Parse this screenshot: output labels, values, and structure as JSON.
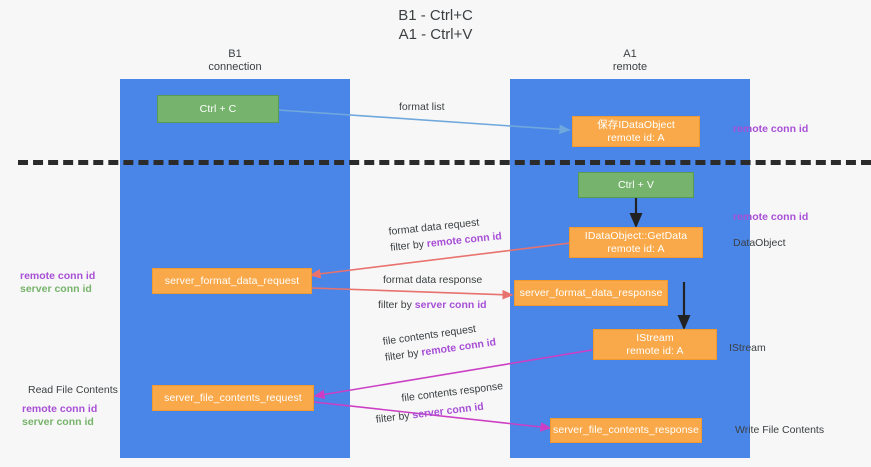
{
  "diagram": {
    "title": "B1 - Ctrl+C\nA1 - Ctrl+V",
    "columns": [
      {
        "key": "b1",
        "header": "B1\nconnection"
      },
      {
        "key": "a1",
        "header": "A1\nremote"
      }
    ],
    "nodes": {
      "ctrl_c": "Ctrl + C",
      "ctrl_v": "Ctrl + V",
      "save_dataobject": "保存IDataObject\nremote id: A",
      "getdata": "IDataObject::GetData\nremote id: A",
      "istream": "IStream\nremote id: A",
      "server_format_data_request": "server_format_data_request",
      "server_format_data_response": "server_format_data_response",
      "server_file_contents_request": "server_file_contents_request",
      "server_file_contents_response": "server_file_contents_response"
    },
    "edge_labels": {
      "format_list": "format list",
      "format_data_request": "format data request",
      "format_data_request_filter_prefix": "filter by ",
      "format_data_request_filter_key": "remote conn id",
      "format_data_response": "format data response",
      "format_data_response_filter_prefix": "filter by ",
      "format_data_response_filter_key": "server conn id",
      "file_contents_request": "file contents request",
      "file_contents_request_filter_prefix": "filter by ",
      "file_contents_request_filter_key": "remote conn id",
      "file_contents_response": "file contents response",
      "file_contents_response_filter_prefix": "filter by ",
      "file_contents_response_filter_key": "server conn id"
    },
    "annotations": {
      "right_remote_conn_id_top": "remote conn id",
      "right_remote_conn_id_mid": "remote conn id",
      "right_dataobject": "DataObject",
      "right_istream": "IStream",
      "right_write_file_contents": "Write File Contents",
      "left_remote_conn_id": "remote conn id",
      "left_server_conn_id": "server conn id",
      "left_read_file_contents": "Read File Contents",
      "left_remote_conn_id_2": "remote conn id",
      "left_server_conn_id_2": "server conn id"
    },
    "colors": {
      "lane": "#4a86e8",
      "green_box": "#76b46e",
      "orange_box": "#f9a94a",
      "purple_text": "#a74fd6",
      "green_text": "#77b36b",
      "blue_arrow": "#6fa8dc",
      "red_arrow": "#e8726e",
      "magenta_arrow": "#cc3fc4",
      "black": "#2b2b2b",
      "background": "#f7f7f7"
    }
  }
}
